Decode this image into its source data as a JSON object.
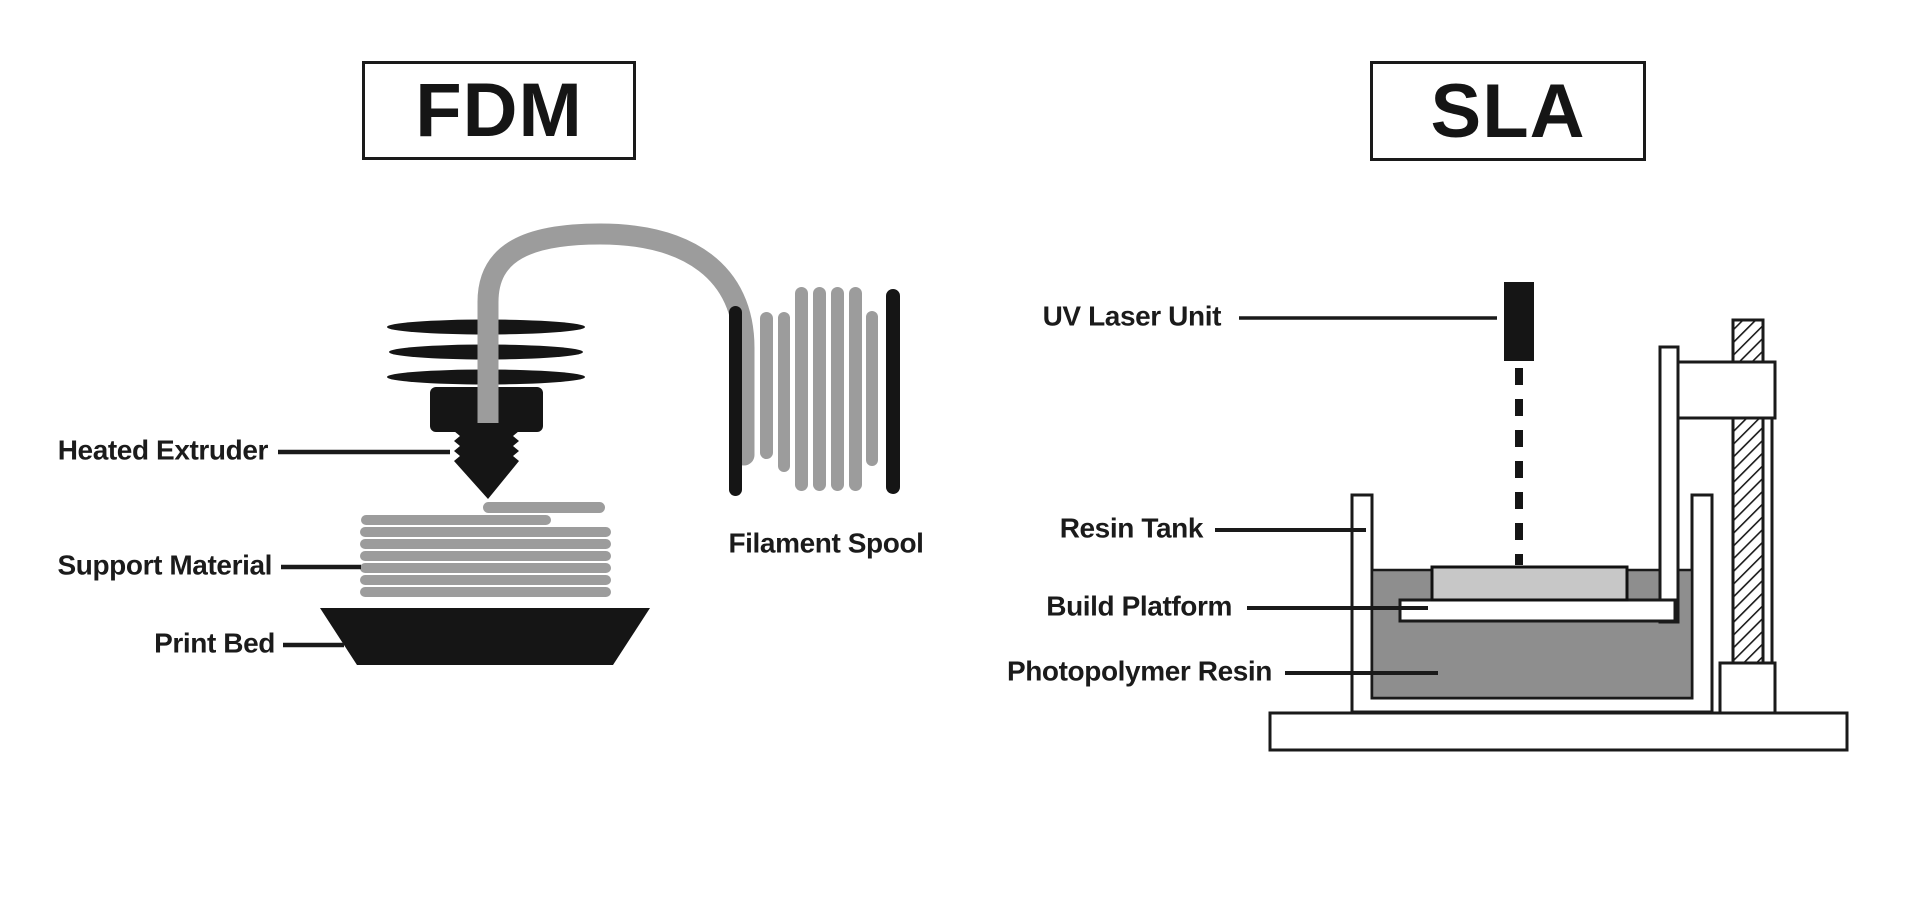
{
  "panels": {
    "fdm": {
      "title": "FDM",
      "labels": {
        "heated_extruder": "Heated Extruder",
        "support_material": "Support Material",
        "print_bed": "Print Bed",
        "filament_spool": "Filament Spool"
      }
    },
    "sla": {
      "title": "SLA",
      "labels": {
        "uv_laser_unit": "UV Laser Unit",
        "resin_tank": "Resin Tank",
        "build_platform": "Build Platform",
        "photopolymer_resin": "Photopolymer Resin"
      }
    }
  },
  "colors": {
    "ink": "#151515",
    "filament_gray": "#9c9c9c",
    "resin_gray": "#8e8e8e",
    "platform_gray": "#c7c7c7",
    "outline": "#1a1a1a",
    "background": "#ffffff",
    "label_text": "#1b1b1b"
  }
}
